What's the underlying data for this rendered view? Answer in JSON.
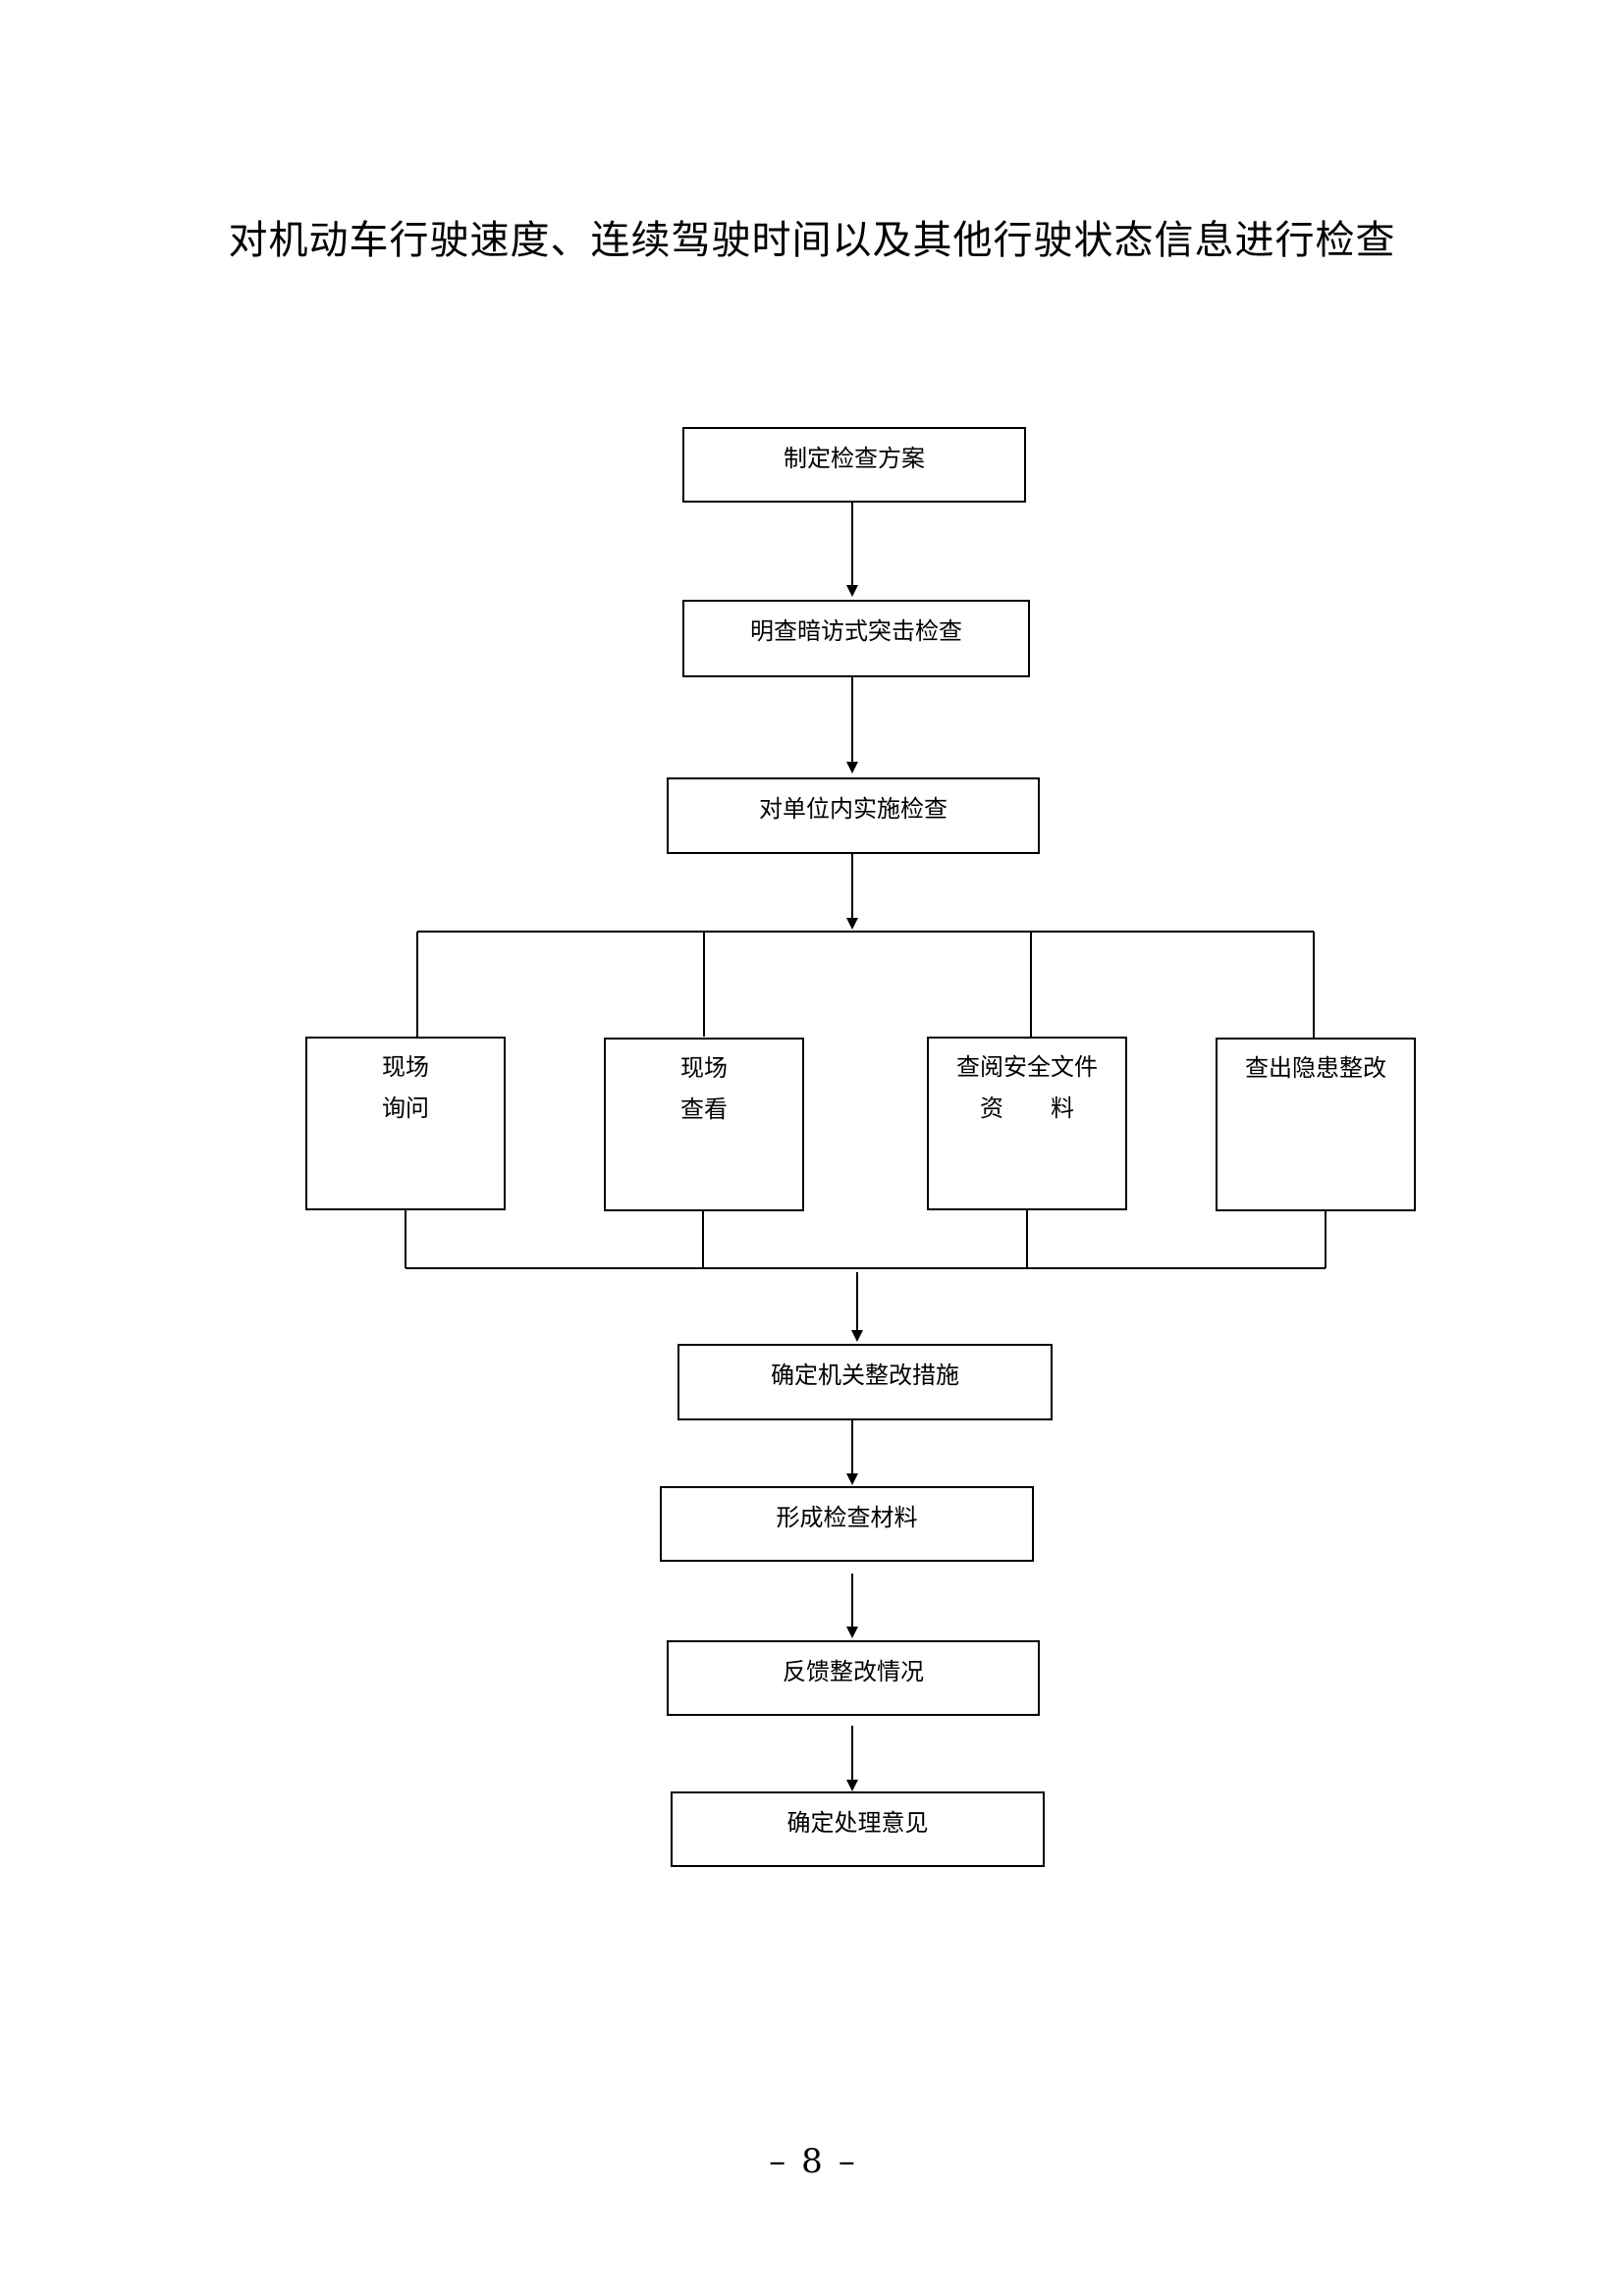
{
  "title": "对机动车行驶速度、连续驾驶时间以及其他行驶状态信息进行检查",
  "steps": {
    "plan": "制定检查方案",
    "inspect_mode": "明查暗访式突击检查",
    "unit_check": "对单位内实施检查"
  },
  "branches": [
    {
      "line1": "现场",
      "line2": "询问"
    },
    {
      "line1": "现场",
      "line2": "查看"
    },
    {
      "line1": "查阅安全文件",
      "line2": "资　　料"
    },
    {
      "line1": "查出隐患整改",
      "line2": ""
    }
  ],
  "after": {
    "measures": "确定机关整改措施",
    "materials": "形成检查材料",
    "feedback": "反馈整改情况",
    "opinion": "确定处理意见"
  },
  "page_number": "8"
}
